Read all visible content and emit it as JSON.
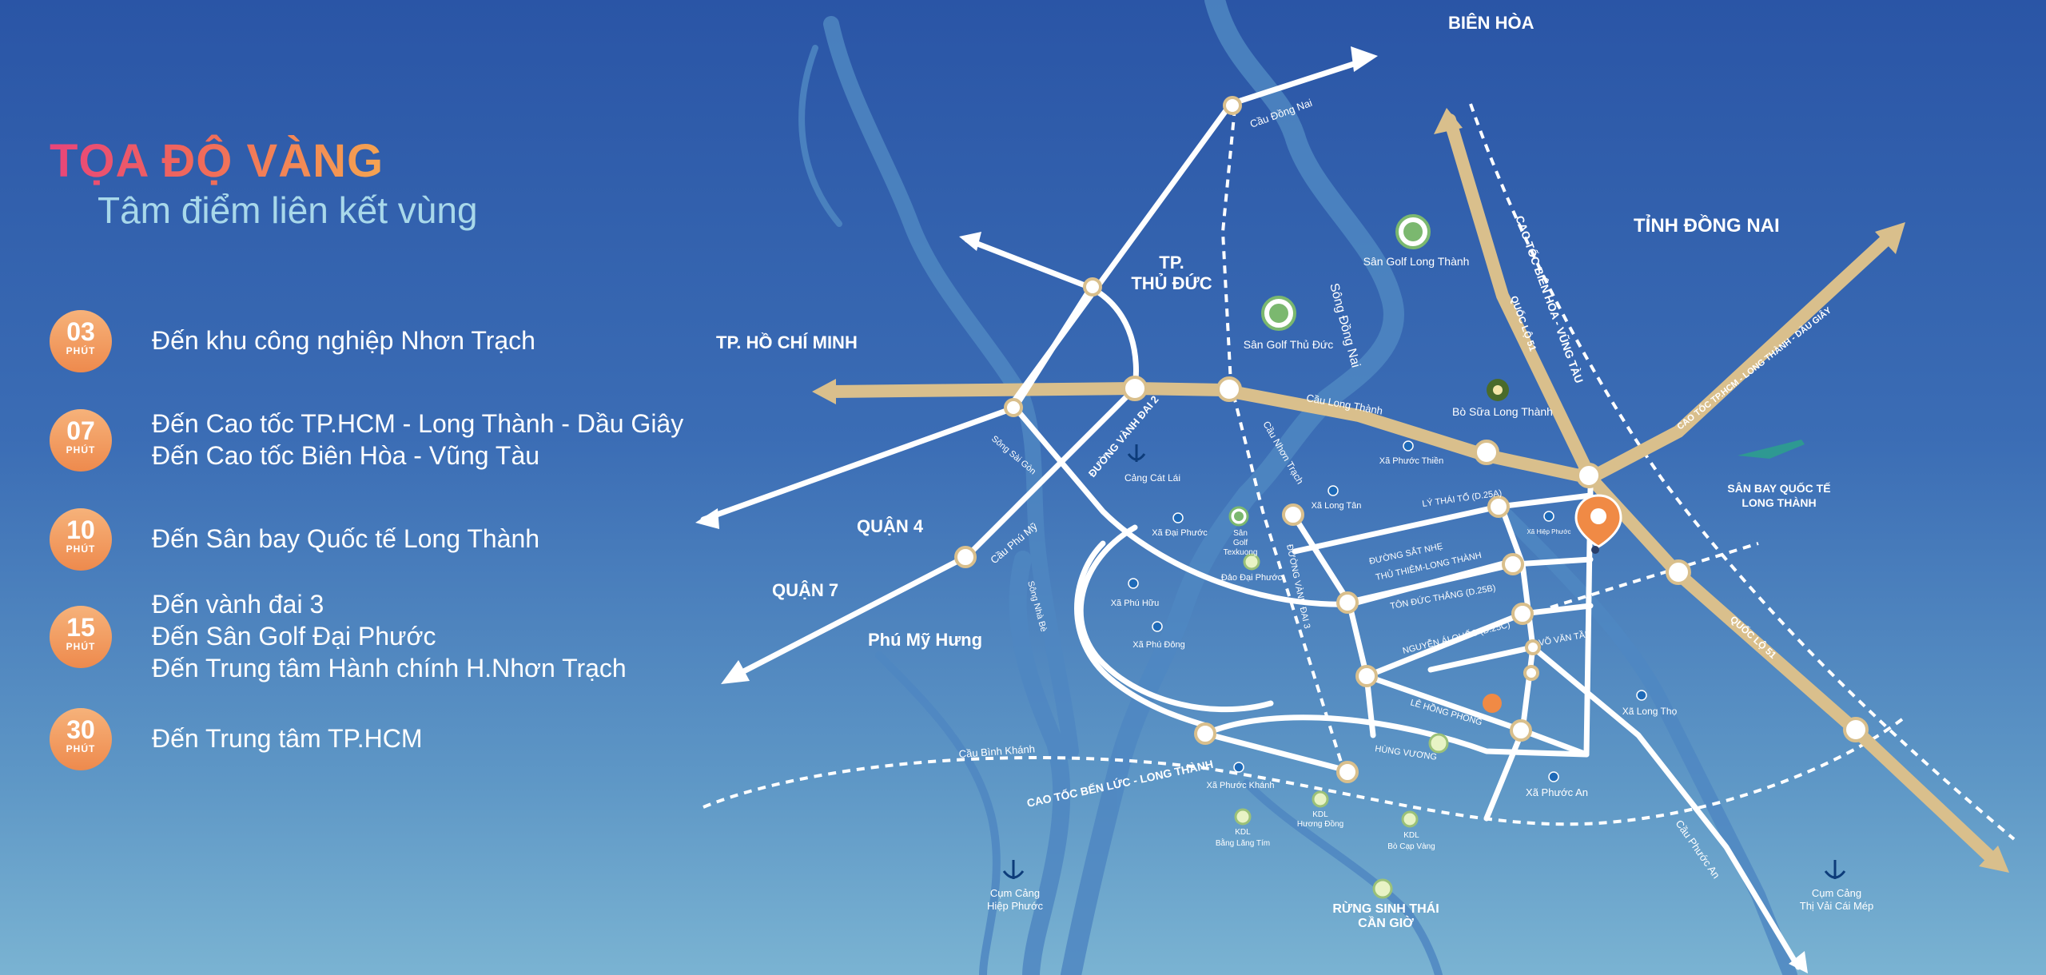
{
  "title": "TỌA ĐỘ VÀNG",
  "subtitle": "Tâm điểm liên kết vùng",
  "time_unit": "PHÚT",
  "items": [
    {
      "minutes": "03",
      "lines": [
        "Đến khu công nghiệp Nhơn Trạch"
      ]
    },
    {
      "minutes": "07",
      "lines": [
        "Đến Cao tốc TP.HCM - Long Thành - Dầu Giây",
        "Đến Cao tốc Biên Hòa - Vũng Tàu"
      ]
    },
    {
      "minutes": "10",
      "lines": [
        "Đến Sân bay Quốc tế Long Thành"
      ]
    },
    {
      "minutes": "15",
      "lines": [
        "Đến vành đai 3",
        "Đến Sân Golf Đại Phước",
        "Đến Trung tâm Hành chính H.Nhơn Trạch"
      ]
    },
    {
      "minutes": "30",
      "lines": [
        "Đến Trung tâm TP.HCM"
      ]
    }
  ],
  "map": {
    "regions": {
      "bien_hoa": "BIÊN HÒA",
      "tinh_dong_nai": "TỈNH ĐỒNG NAI",
      "tp_hcm": "TP. HỒ CHÍ MINH",
      "tp_thu_duc_1": "TP.",
      "tp_thu_duc_2": "THỦ ĐỨC",
      "quan_4": "QUẬN 4",
      "quan_7": "QUẬN 7",
      "phu_my_hung": "Phú Mỹ Hưng",
      "airport_1": "SÂN BAY QUỐC TẾ",
      "airport_2": "LONG THÀNH",
      "rung_sinh_thai_1": "RỪNG SINH THÁI",
      "rung_sinh_thai_2": "CẦN GIỜ"
    },
    "roads": {
      "cao_toc_bien_hoa_vung_tau": "CAO TỐC BIÊN HÒA - VŨNG TÀU",
      "quoc_lo_51_top": "QUỐC LỘ 51",
      "quoc_lo_51_bottom": "QUỐC LỘ 51",
      "cao_toc_hcm_lt_dg": "CAO TỐC TP.HCM - LONG THÀNH - DẦU GIÂY",
      "cao_toc_ben_luc": "CAO TỐC BẾN LỨC - LONG THÀNH",
      "vanh_dai_2": "ĐƯỜNG VÀNH ĐAI 2",
      "vanh_dai_3": "ĐƯỜNG VÀNH ĐAI 3",
      "ly_thai_to": "LÝ THÁI TỔ (D.25A)",
      "duong_sat": "ĐƯỜNG SẮT NHẸ",
      "duong_sat_2": "THỦ THIÊM-LONG THÀNH",
      "ton_duc_thang": "TÔN ĐỨC THẮNG (D.25B)",
      "nguyen_ai_quoc": "NGUYỄN ÁI QUỐC (D.25C)",
      "vo_van_tan": "VÕ VĂN TẦN",
      "le_hong_phong": "LÊ HỒNG PHONG",
      "hung_vuong": "HÙNG VƯƠNG"
    },
    "bridges": {
      "cau_dong_nai": "Cầu Đồng Nai",
      "cau_long_thanh": "Cầu Long Thành",
      "cau_nhon_trach": "Cầu Nhơn Trạch",
      "cau_phu_my": "Cầu Phú Mỹ",
      "cau_binh_khanh": "Cầu Bình Khánh",
      "cau_phuoc_an": "Cầu Phước An"
    },
    "rivers": {
      "song_dong_nai": "Sông Đồng Nai",
      "song_sai_gon": "Sông Sài Gòn",
      "song_nha_be": "Sông Nhà Bè"
    },
    "places": {
      "golf_long_thanh": "Sân Golf Long Thành",
      "golf_thu_duc": "Sân Golf Thủ Đức",
      "bo_sua": "Bò Sữa Long Thành",
      "cang_cat_lai": "Cảng Cát Lái",
      "xa_phuoc_thien": "Xã Phước Thiền",
      "xa_long_tan": "Xã Long Tân",
      "xa_dai_phuoc": "Xã Đại Phước",
      "golf_texkuong_1": "Sân",
      "golf_texkuong_2": "Golf",
      "golf_texkuong_3": "Texkuong",
      "dao_dai_phuoc": "Đảo Đại Phước",
      "xa_phu_huu": "Xã Phú Hữu",
      "xa_phu_dong": "Xã Phú Đông",
      "xa_hiep_phuoc": "Xã Hiệp Phước",
      "xa_long_tho": "Xã Long Thọ",
      "xa_phuoc_khanh": "Xã Phước Khánh",
      "xa_phuoc_an": "Xã Phước An",
      "kdl_huong_dong_1": "KDL",
      "kdl_huong_dong_2": "Hương Đồng",
      "kdl_bang_lang_1": "KDL",
      "kdl_bang_lang_2": "Bằng Lăng Tím",
      "kdl_bo_cap_1": "KDL",
      "kdl_bo_cap_2": "Bò Cạp Vàng",
      "cum_cang_hp_1": "Cụm Cảng",
      "cum_cang_hp_2": "Hiệp Phước",
      "cum_cang_tv_1": "Cụm Cảng",
      "cum_cang_tv_2": "Thị Vải Cái Mép"
    },
    "colors": {
      "primary_road": "#d9bf8c",
      "secondary_road": "#ffffff",
      "river": "#5b93c8",
      "accent": "#f08a45"
    }
  }
}
